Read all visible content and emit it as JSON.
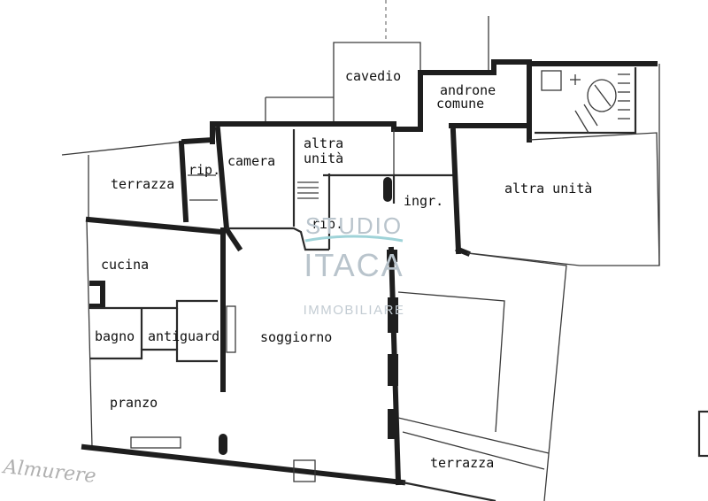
{
  "rooms": {
    "cavedio": "cavedio",
    "androne_1": "androne",
    "androne_2": "comune",
    "camera": "camera",
    "altra_unita_1": "altra",
    "altra_unita_2": "unità",
    "rip_upper": "rip.",
    "terrazza_upper": "terrazza",
    "ingr": "ingr.",
    "altra_unita_east": "altra unità",
    "rip_lower": "rip.",
    "cucina": "cucina",
    "bagno": "bagno",
    "anti": "anti",
    "guard": "guard",
    "soggiorno": "soggiorno",
    "pranzo": "pranzo",
    "terrazza_lower": "terrazza"
  },
  "watermark": {
    "line1": "STUDIO",
    "line2": "ITACA",
    "line3": "IMMOBILIARE",
    "color": "#b9c4cc"
  },
  "stamp_text": "Almurere"
}
